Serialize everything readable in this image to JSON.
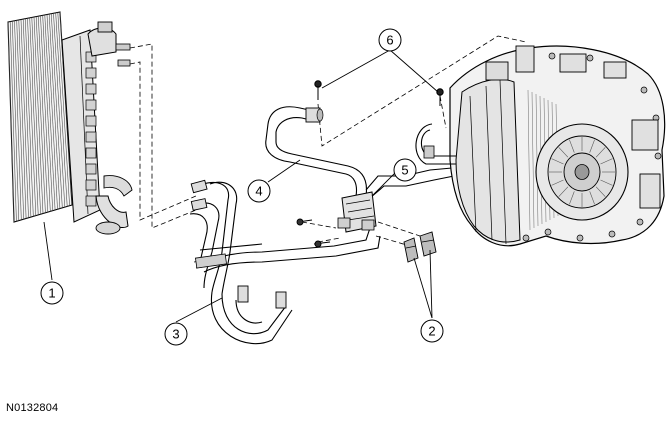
{
  "figure_id": "N0132804",
  "callouts": [
    {
      "label": "1",
      "part": "radiator"
    },
    {
      "label": "2",
      "part": "clamps"
    },
    {
      "label": "3",
      "part": "cooler-hose-assembly"
    },
    {
      "label": "4",
      "part": "cooler-tube"
    },
    {
      "label": "5",
      "part": "fitting-bracket"
    },
    {
      "label": "6",
      "part": "fasteners"
    }
  ]
}
